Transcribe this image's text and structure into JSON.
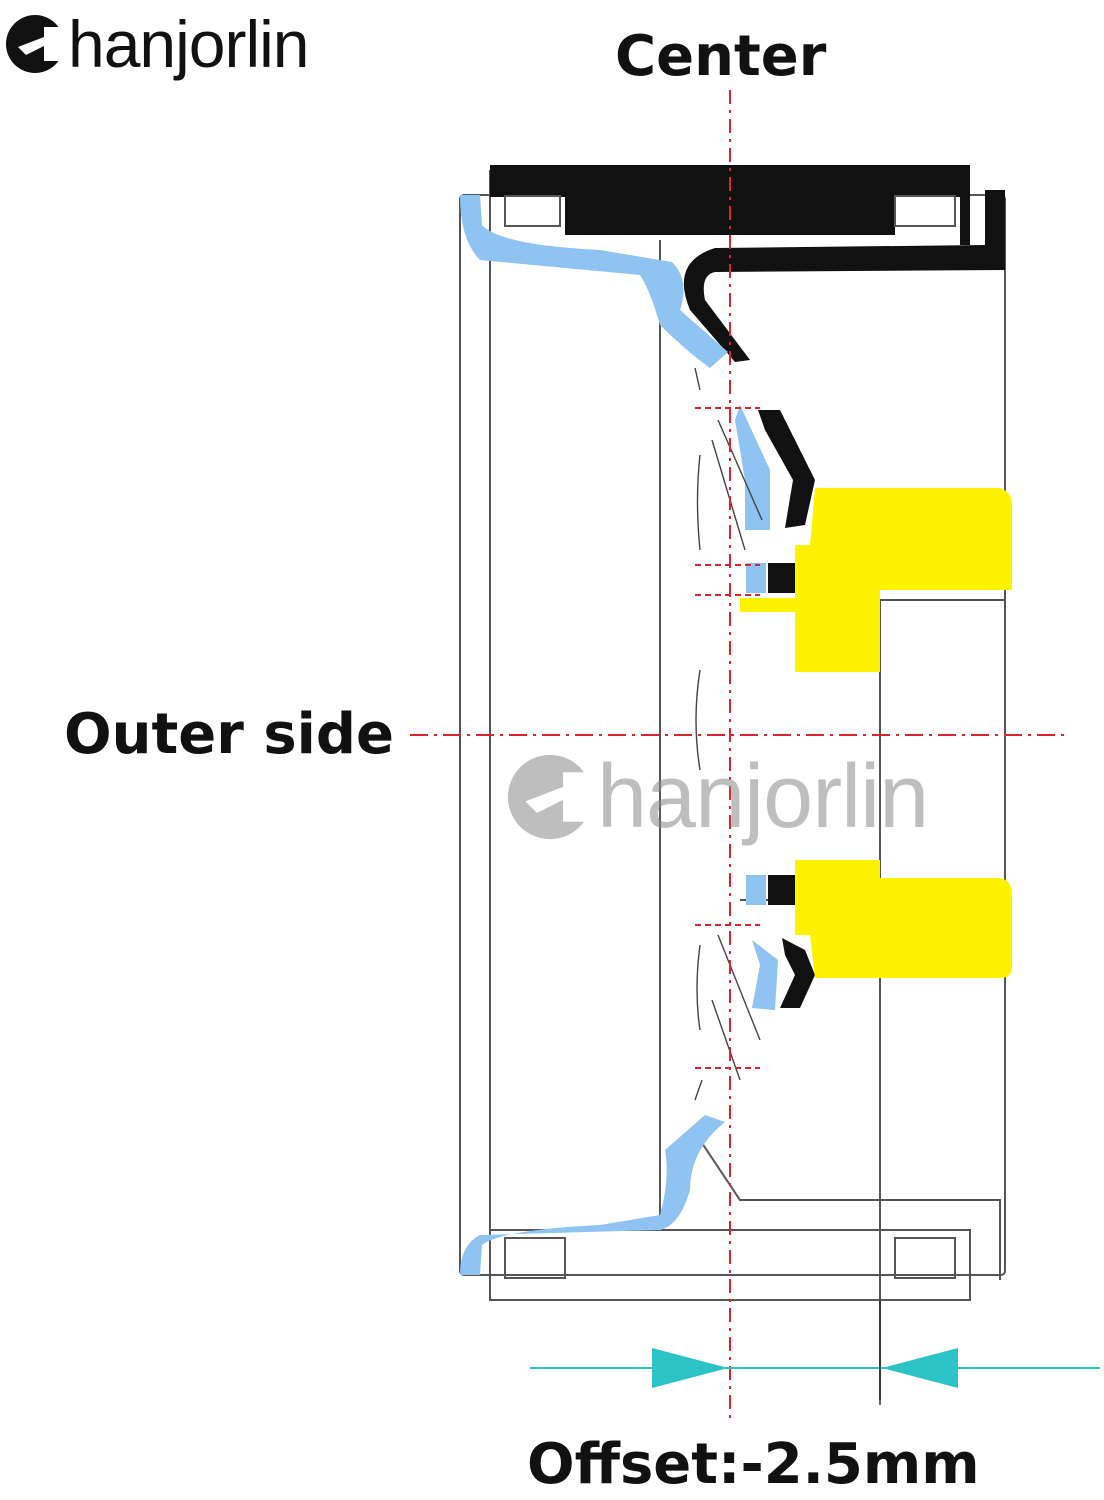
{
  "brand": {
    "name": "Chanjorlin",
    "logo_icon": "c-swoosh-logo-icon",
    "text_after_icon": "hanjorlin"
  },
  "watermark": {
    "text": "Chanjorlin",
    "text_after_icon": "hanjorlin"
  },
  "labels": {
    "center": "Center",
    "outer_side": "Outer side",
    "offset": "Offset:-2.5mm"
  },
  "colors": {
    "wheel_blue": "#8ec3f2",
    "hub_black": "#111111",
    "yellow_part": "#fff200",
    "centerline_red": "#d9252b",
    "dimension_cyan": "#2cc3c6",
    "outline": "#555555"
  }
}
